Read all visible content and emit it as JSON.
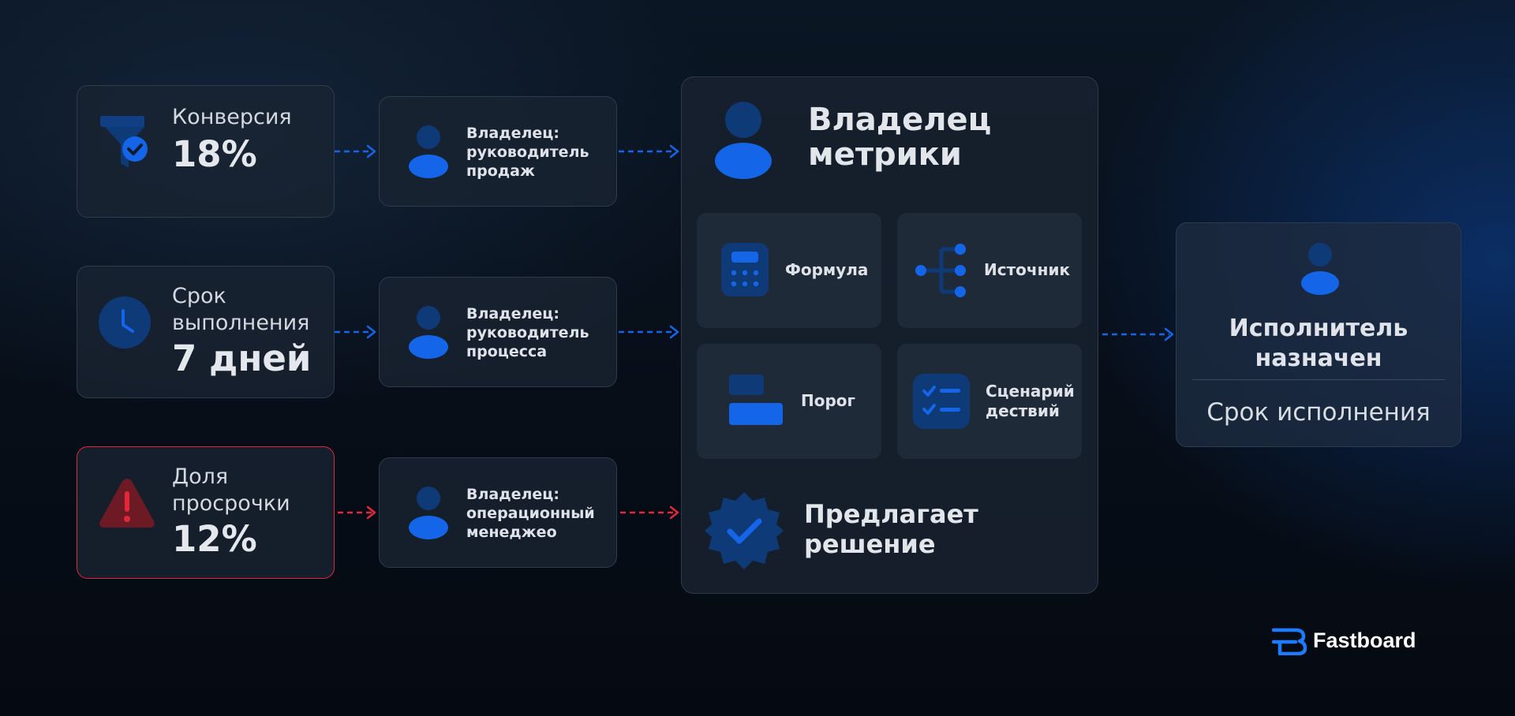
{
  "metrics": [
    {
      "label": "Конверсия",
      "value": "18%"
    },
    {
      "label": "Срок выполнения",
      "label_line1": "Срок",
      "label_line2": "выполнения",
      "value": "7 дней"
    },
    {
      "label": "Доля просрочки",
      "label_line1": "Доля",
      "label_line2": "просрочки",
      "value": "12%"
    }
  ],
  "owners": [
    {
      "line1": "Владелец:",
      "line2": "руководитель",
      "line3": "продаж"
    },
    {
      "line1": "Владелец:",
      "line2": "руководитель",
      "line3": "процесса"
    },
    {
      "line1": "Владелец:",
      "line2": "операционный",
      "line3": "менеджео"
    }
  ],
  "center": {
    "title_line1": "Владелец",
    "title_line2": "метрики",
    "tiles": [
      {
        "label": "Формула",
        "icon": "calculator-icon"
      },
      {
        "label": "Источник",
        "icon": "tree-icon"
      },
      {
        "label": "Порог",
        "icon": "threshold-icon"
      },
      {
        "label_line1": "Сценарий",
        "label_line2": "дествий",
        "icon": "checklist-icon"
      }
    ],
    "proposal_line1": "Предлагает",
    "proposal_line2": "решение"
  },
  "result": {
    "title_line1": "Исполнитель",
    "title_line2": "назначен",
    "subtitle": "Срок исполнения"
  },
  "brand": {
    "name": "Fastboard"
  },
  "colors": {
    "accent": "#1565e8",
    "accent_dark": "#0f3a78",
    "alert": "#e0283a",
    "alert_dark": "#6e1a24",
    "card_bg": "#1a2432",
    "card_border": "#2e3b4d"
  }
}
